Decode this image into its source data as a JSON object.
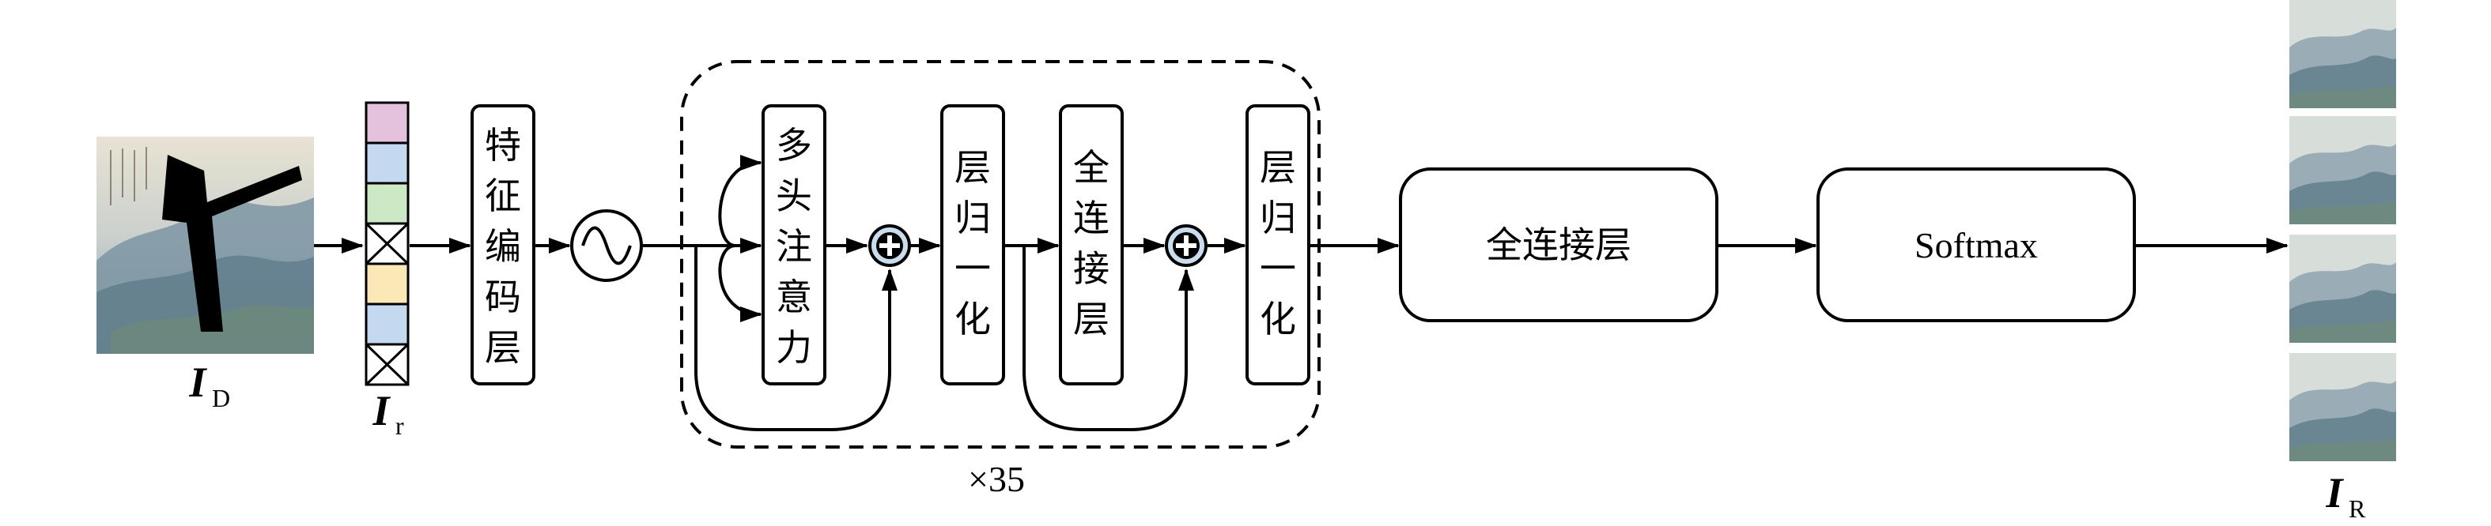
{
  "labels": {
    "input_image": {
      "main": "I",
      "sub": "D"
    },
    "feature_vector": {
      "main": "I",
      "sub": "r"
    },
    "output_image": {
      "main": "I",
      "sub": "R"
    },
    "repeat_count": "×35"
  },
  "blocks": {
    "feature_encoding": [
      "特",
      "征",
      "编",
      "码",
      "层"
    ],
    "multi_head_attention": [
      "多",
      "头",
      "注",
      "意",
      "力"
    ],
    "layer_norm_1": [
      "层",
      "归",
      "一",
      "化"
    ],
    "feed_forward": [
      "全",
      "连",
      "接",
      "层"
    ],
    "layer_norm_2": [
      "层",
      "归",
      "一",
      "化"
    ],
    "fully_connected": "全连接层",
    "softmax": "Softmax"
  },
  "icons": {
    "positional_encoding": "sine-wave-icon",
    "residual_add": "plus-circle-icon",
    "masked_token": "x-cross-icon"
  },
  "colors": {
    "token_pink": "#e4c2dd",
    "token_blue": "#c4d9ef",
    "token_green": "#cde8c4",
    "token_yellow": "#fbe8b7",
    "stroke": "#000000",
    "add_fill": "#c9ddef"
  },
  "tokens": [
    "pink",
    "blue",
    "green",
    "masked",
    "yellow",
    "blue",
    "masked"
  ]
}
